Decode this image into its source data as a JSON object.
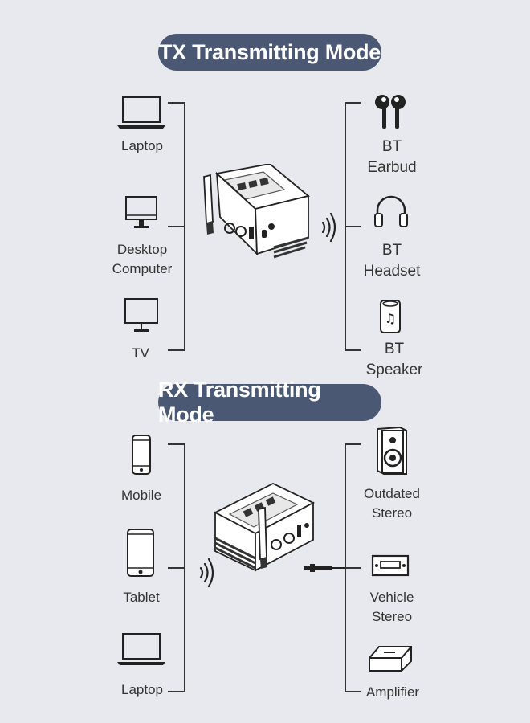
{
  "tx": {
    "title": "TX Transmitting Mode",
    "sources": [
      "Laptop",
      "Desktop\nComputer",
      "TV"
    ],
    "outputs": [
      "BT\nEarbud",
      "BT\nHeadset",
      "BT\nSpeaker"
    ],
    "icons": {
      "sources": [
        "laptop-icon",
        "desktop-monitor-icon",
        "tv-icon"
      ],
      "outputs": [
        "earbuds-icon",
        "headphones-icon",
        "speaker-icon"
      ]
    }
  },
  "rx": {
    "title": "RX Transmitting Mode",
    "sources": [
      "Mobile",
      "Tablet",
      "Laptop"
    ],
    "outputs": [
      "Outdated\nStereo",
      "Vehicle\nStereo",
      "Amplifier"
    ],
    "icons": {
      "sources": [
        "mobile-phone-icon",
        "tablet-icon",
        "laptop-icon"
      ],
      "outputs": [
        "stereo-speaker-icon",
        "car-stereo-icon",
        "amplifier-icon"
      ]
    }
  },
  "colors": {
    "background": "#e8e9ee",
    "pill": "#4a5874",
    "line": "#333333"
  }
}
